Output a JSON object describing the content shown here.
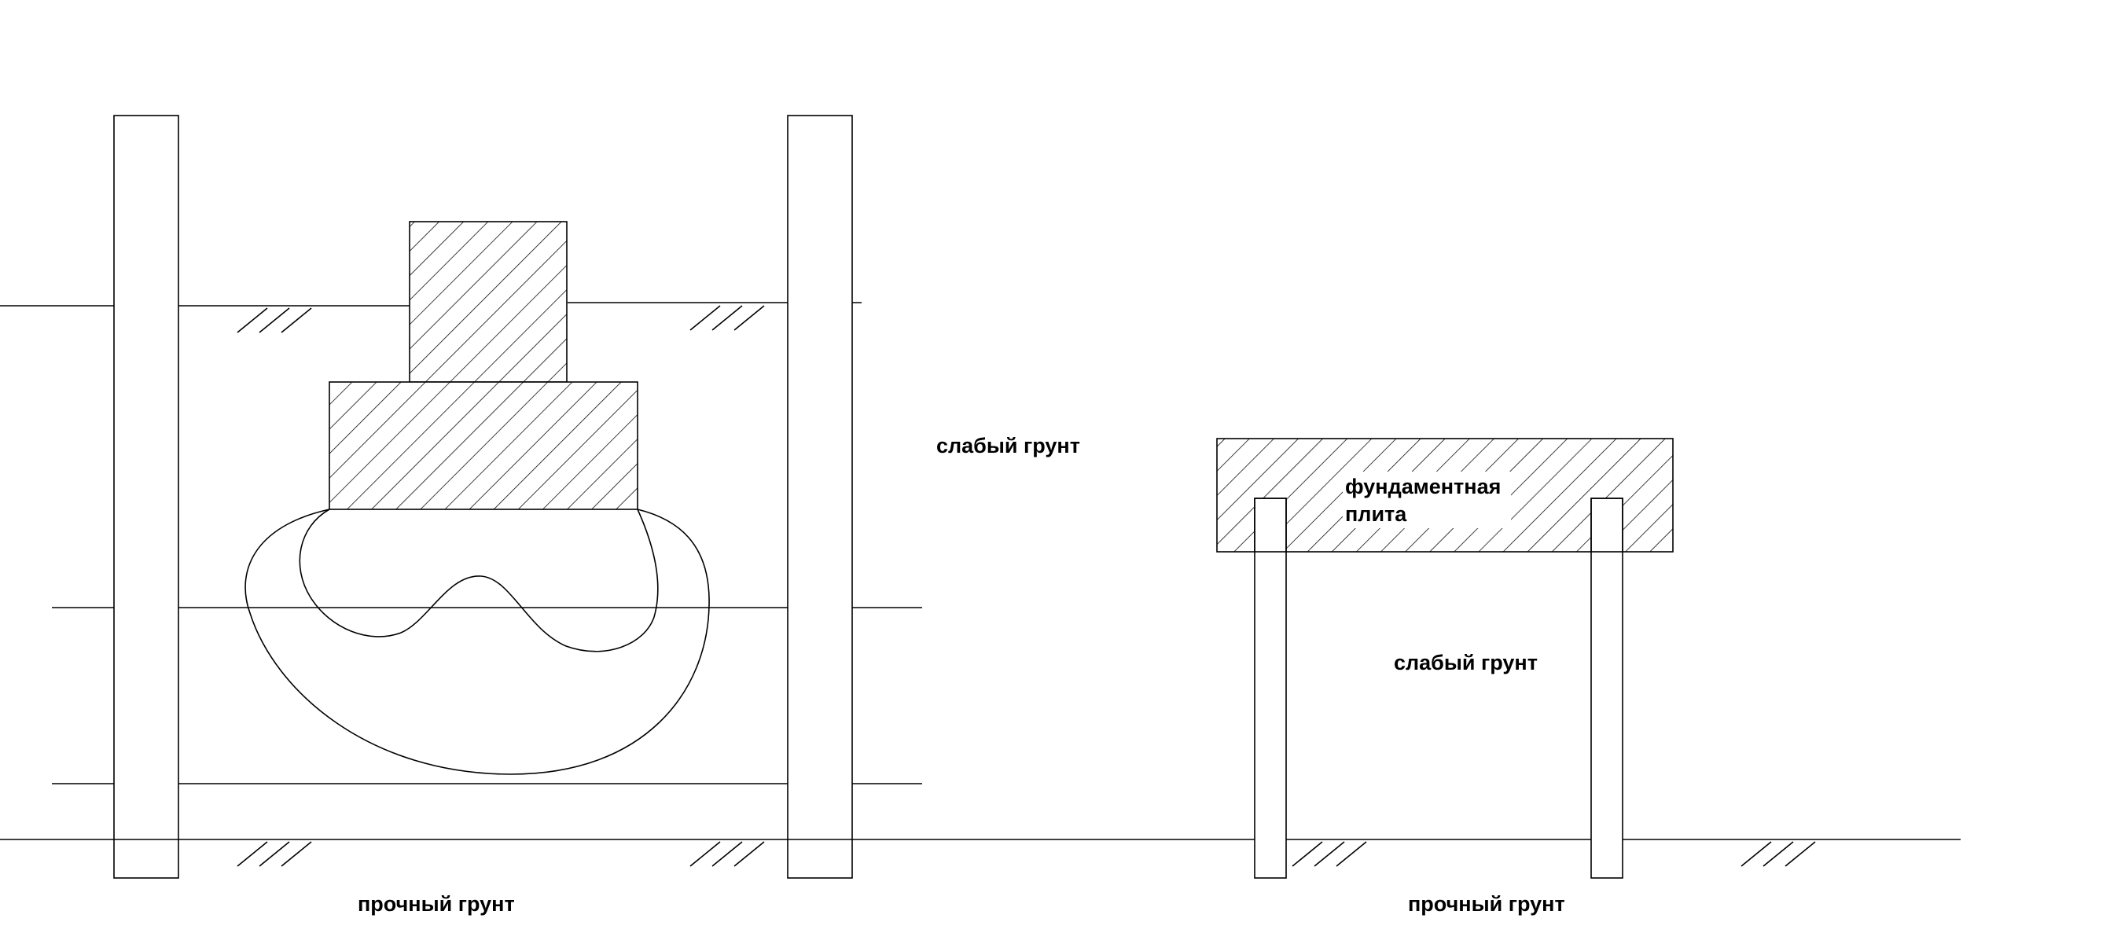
{
  "labels": {
    "weak_soil_left": "слабый грунт",
    "weak_soil_right": "слабый грунт",
    "slab_line1": "фундаментная",
    "slab_line2": "плита",
    "strong_soil_left": "прочный грунт",
    "strong_soil_right": "прочный грунт"
  },
  "colors": {
    "line": "#000000",
    "background": "#ffffff"
  }
}
